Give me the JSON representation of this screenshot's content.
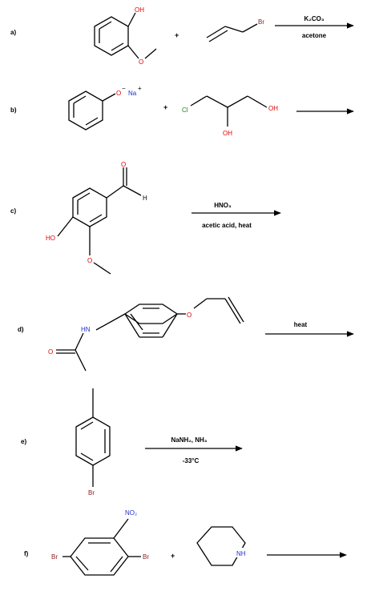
{
  "reactions": [
    {
      "label": "a)",
      "reactant1_atoms": {
        "oh": "OH",
        "o": "O"
      },
      "plus": "+",
      "reactant2_atoms": {
        "br": "Br"
      },
      "reagent_above": "K₂CO₃",
      "reagent_below": "acetone"
    },
    {
      "label": "b)",
      "reactant1_atoms": {
        "o": "O",
        "charge": "−",
        "na": "Na",
        "na_charge": "+"
      },
      "plus": "+",
      "reactant2_atoms": {
        "cl": "Cl",
        "oh_right": "OH",
        "oh_bottom": "OH"
      },
      "reagent_above": "",
      "reagent_below": ""
    },
    {
      "label": "c)",
      "reactant1_atoms": {
        "o_top": "O",
        "h": "H",
        "ho": "HO",
        "o": "O"
      },
      "reagent_above": "HNO₃",
      "reagent_below": "acetic acid, heat"
    },
    {
      "label": "d)",
      "reactant1_atoms": {
        "hn": "HN",
        "o_ether": "O",
        "o_carbonyl": "O"
      },
      "reagent_above": "heat",
      "reagent_below": ""
    },
    {
      "label": "e)",
      "reactant1_atoms": {
        "br": "Br"
      },
      "reagent_above": "NaNH₂, NH₃",
      "reagent_below": "-33°C"
    },
    {
      "label": "f)",
      "reactant1_atoms": {
        "no2": "NO₂",
        "br_left": "Br",
        "br_right": "Br"
      },
      "plus": "+",
      "reactant2_atoms": {
        "nh": "NH"
      },
      "reagent_above": "",
      "reagent_below": ""
    }
  ]
}
